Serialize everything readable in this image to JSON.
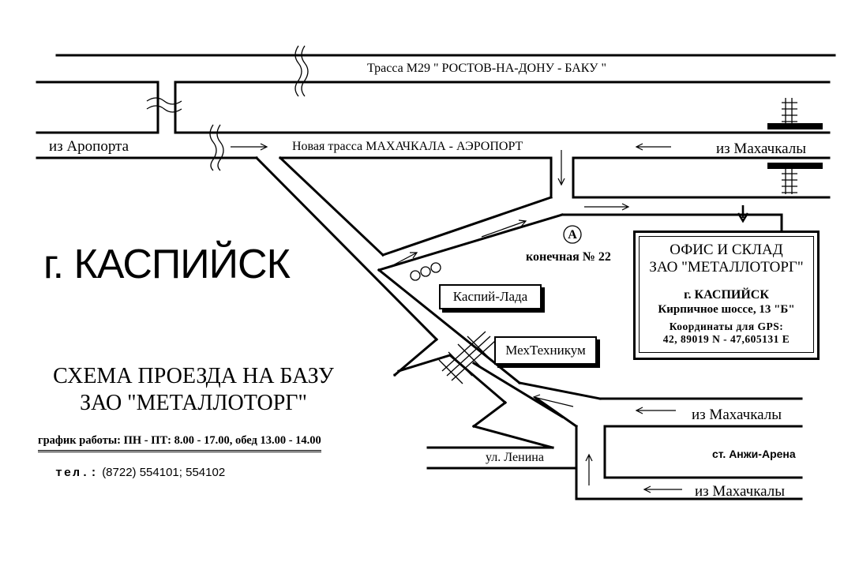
{
  "roads": {
    "highway_m29": "Трасса М29    \" РОСТОВ-НА-ДОНУ  -  БАКУ \"",
    "new_highway": "Новая трасса МАХАЧКАЛА - АЭРОПОРТ",
    "from_airport": "из Аропорта",
    "from_makhachkala_top": "из Махачкалы",
    "from_makhachkala_mid": "из Махачкалы",
    "from_makhachkala_bottom": "из Махачкалы",
    "lenina_street": "ул. Ленина",
    "anzhi_arena": "ст. Анжи-Арена",
    "bus_stop_letter": "А",
    "bus_stop_label": "конечная № 22"
  },
  "landmarks": {
    "kaspiy_lada": "Каспий-Лада",
    "mekhtekhnikum": "МехТехникум"
  },
  "office": {
    "line1": "ОФИС И СКЛАД",
    "line2": "ЗАО \"МЕТАЛЛОТОРГ\"",
    "city": "г. КАСПИЙСК",
    "address": "Кирпичное шоссе, 13 \"Б\"",
    "gps_label": "Координаты для GPS:",
    "gps_value": "42, 89019 N - 47,605131 E"
  },
  "city_title": "г. КАСПИЙСК",
  "scheme": {
    "line1": "СХЕМА ПРОЕЗДА НА БАЗУ",
    "line2": "ЗАО \"МЕТАЛЛОТОРГ\""
  },
  "schedule": "график работы: ПН - ПТ: 8.00 - 17.00, обед 13.00 - 14.00",
  "phone": {
    "label": "тел.:",
    "numbers": "(8722) 554101; 554102"
  }
}
